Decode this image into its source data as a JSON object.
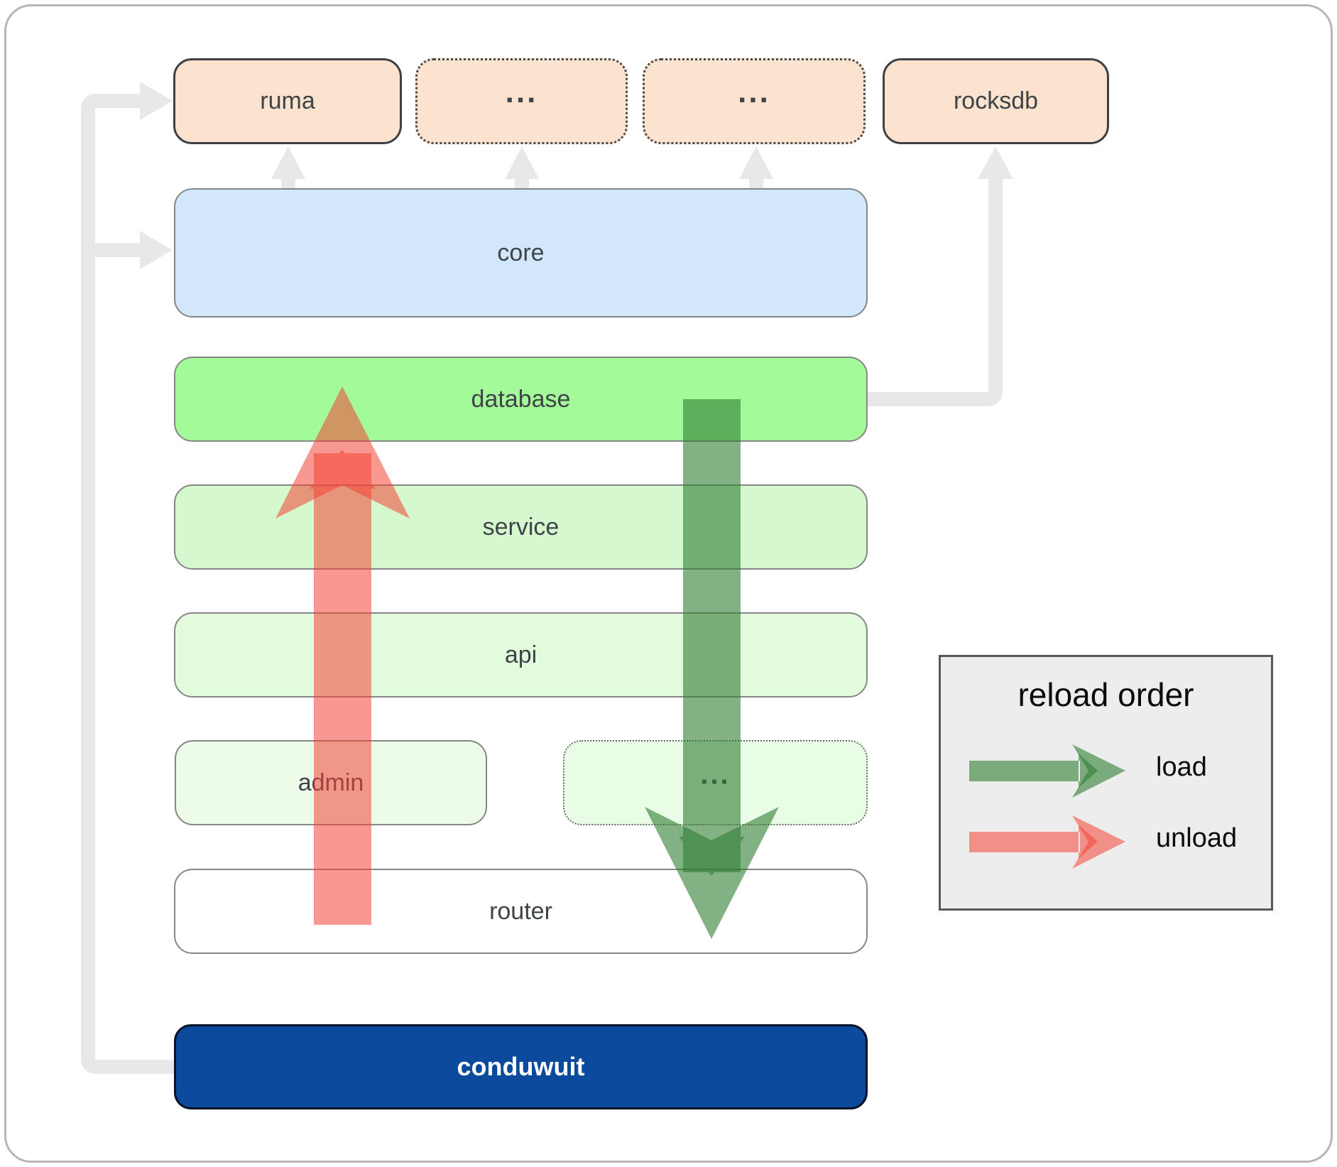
{
  "diagram": {
    "boxes": {
      "ruma": {
        "label": "ruma"
      },
      "dots_top_1": {
        "label": "..."
      },
      "dots_top_2": {
        "label": "..."
      },
      "rocksdb": {
        "label": "rocksdb"
      },
      "core": {
        "label": "core"
      },
      "database": {
        "label": "database"
      },
      "service": {
        "label": "service"
      },
      "api": {
        "label": "api"
      },
      "admin": {
        "label": "admin"
      },
      "admin_dots": {
        "label": "..."
      },
      "router": {
        "label": "router"
      },
      "conduwuit": {
        "label": "conduwuit"
      }
    }
  },
  "legend": {
    "title": "reload order",
    "items": [
      {
        "label": "load",
        "color": "#2e7d32"
      },
      {
        "label": "unload",
        "color": "#f44336"
      }
    ]
  },
  "colors": {
    "load_arrow": "#2e7d32",
    "unload_arrow": "#f44336",
    "connector_gray": "#e8e8e8",
    "peach_box": "#fbe3cf",
    "core_blue": "#d3e7fb",
    "database_green": "#a3fa99",
    "service_green": "#d6f8cf",
    "api_green": "#e3fbdd",
    "admin_green": "#ecfce8",
    "conduwuit_blue": "#0c4a9e",
    "label_text": "#3f4449",
    "legend_background": "#ededed"
  }
}
